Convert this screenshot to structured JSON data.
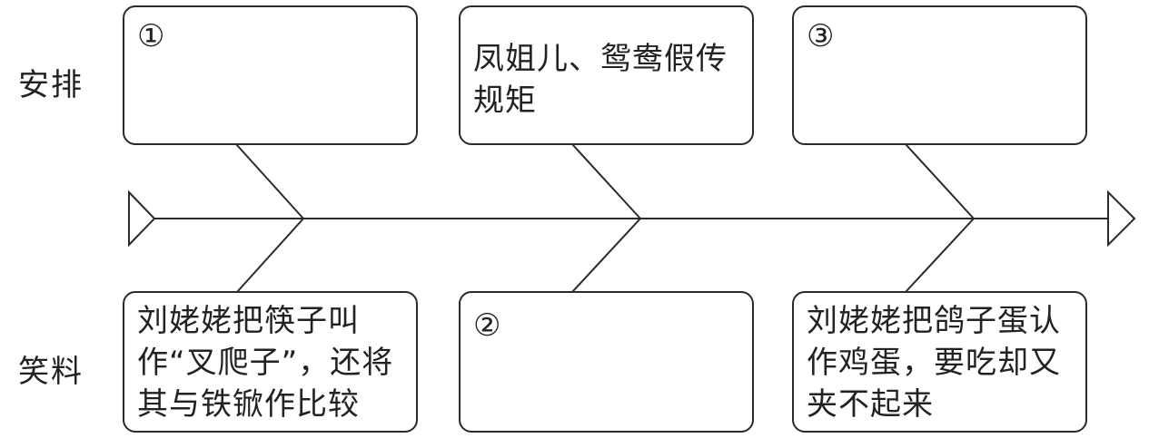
{
  "row_labels": {
    "top": "安排",
    "bottom": "笑料"
  },
  "boxes": {
    "top_left": "①",
    "top_mid": "凤姐儿、鸳鸯假传规矩",
    "top_right": "③",
    "bottom_left": "刘姥姥把筷子叫作“叉爬子”，还将其与铁锨作比较",
    "bottom_mid": "②",
    "bottom_right": "刘姥姥把鸽子蛋认作鸡蛋，要吃却又夹不起来"
  },
  "colors": {
    "line": "#2a2a2a",
    "background": "#ffffff"
  }
}
